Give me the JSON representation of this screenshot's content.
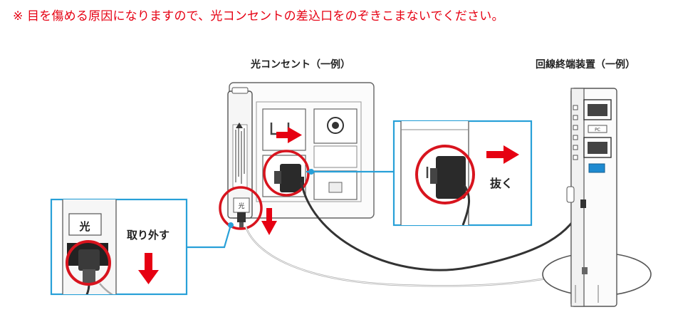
{
  "warning_text": "※ 目を傷める原因になりますので、光コンセントの差込口をのぞきこまないでください。",
  "labels": {
    "outlet": "光コンセント（一例）",
    "ont": "回線終端装置（一例）",
    "unplug": "抜く",
    "remove": "取り外す",
    "hikari_mark": "光",
    "pc_mark": "PC"
  },
  "colors": {
    "warning": "#e60012",
    "arrow": "#e60012",
    "highlight_circle": "#d8141e",
    "callout_border": "#28a0d8"
  }
}
